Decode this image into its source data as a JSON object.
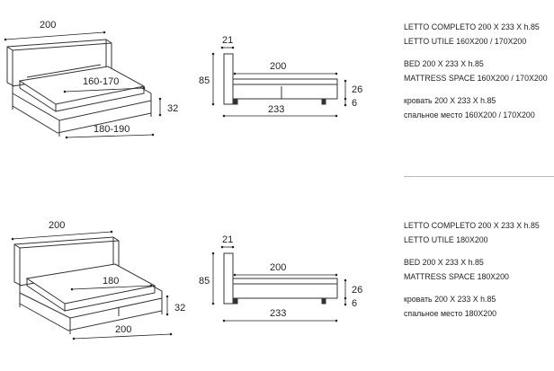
{
  "top": {
    "iso": {
      "width": "200",
      "inner": "160-170",
      "height": "32",
      "length": "180-190"
    },
    "side": {
      "head": "21",
      "height": "85",
      "inner": "200",
      "frame": "26",
      "leg": "6",
      "length": "233"
    },
    "spec": {
      "it_1": "LETTO COMPLETO 200 X 233 X h.85",
      "it_2": "LETTO UTILE 160X200 / 170X200",
      "en_1": "BED 200 X 233 X h.85",
      "en_2": "MATTRESS SPACE 160X200 / 170X200",
      "ru_1": "кровать 200 X 233 X h.85",
      "ru_2": "спальное место 160X200 / 170X200"
    }
  },
  "bottom": {
    "iso": {
      "width": "200",
      "inner": "180",
      "height": "32",
      "length": "200"
    },
    "side": {
      "head": "21",
      "height": "85",
      "inner": "200",
      "frame": "26",
      "leg": "6",
      "length": "233"
    },
    "spec": {
      "it_1": "LETTO COMPLETO 200 X 233 X h.85",
      "it_2": "LETTO UTILE 180X200",
      "en_1": "BED 200 X 233 X h.85",
      "en_2": "MATTRESS SPACE 180X200",
      "ru_1": "кровать 200 X 233 X h.85",
      "ru_2": "спальное место 180X200"
    }
  }
}
